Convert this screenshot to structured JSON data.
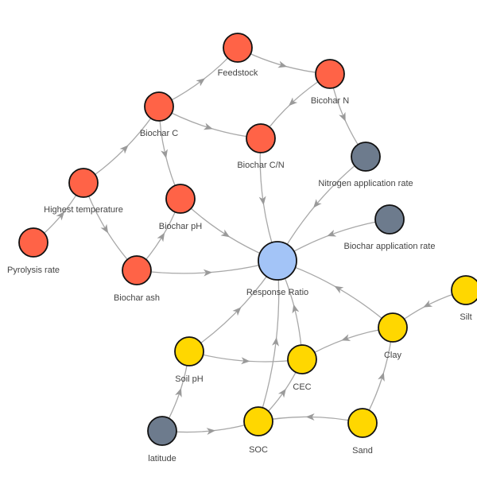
{
  "colors": {
    "red": "#ff6347",
    "blue": "#a3c4f7",
    "yellow": "#ffd700",
    "gray": "#6d7b8d",
    "edge": "#a8a8a8"
  },
  "nodes": [
    {
      "id": "feedstock",
      "label": "Feedstock",
      "color": "red"
    },
    {
      "id": "bicohar_n",
      "label": "Bicohar N",
      "color": "red"
    },
    {
      "id": "biochar_c",
      "label": "Biochar C",
      "color": "red"
    },
    {
      "id": "biochar_cn",
      "label": "Biochar C/N",
      "color": "red"
    },
    {
      "id": "highest_temperature",
      "label": "Highest temperature",
      "color": "red"
    },
    {
      "id": "biochar_ph",
      "label": "Biochar pH",
      "color": "red"
    },
    {
      "id": "pyrolysis_rate",
      "label": "Pyrolysis rate",
      "color": "red"
    },
    {
      "id": "biochar_ash",
      "label": "Biochar ash",
      "color": "red"
    },
    {
      "id": "response_ratio",
      "label": "Response Ratio",
      "color": "blue"
    },
    {
      "id": "nitrogen_application_rate",
      "label": "Nitrogen application rate",
      "color": "gray"
    },
    {
      "id": "biochar_application_rate",
      "label": "Biochar application rate",
      "color": "gray"
    },
    {
      "id": "silt",
      "label": "Silt",
      "color": "yellow"
    },
    {
      "id": "clay",
      "label": "Clay",
      "color": "yellow"
    },
    {
      "id": "soil_ph",
      "label": "Soil pH",
      "color": "yellow"
    },
    {
      "id": "cec",
      "label": "CEC",
      "color": "yellow"
    },
    {
      "id": "latitude",
      "label": "latitude",
      "color": "gray"
    },
    {
      "id": "soc",
      "label": "SOC",
      "color": "yellow"
    },
    {
      "id": "sand",
      "label": "Sand",
      "color": "yellow"
    }
  ],
  "edges": [
    {
      "from": "feedstock",
      "to": "bicohar_n"
    },
    {
      "from": "biochar_c",
      "to": "feedstock"
    },
    {
      "from": "bicohar_n",
      "to": "biochar_cn"
    },
    {
      "from": "bicohar_n",
      "to": "nitrogen_application_rate"
    },
    {
      "from": "biochar_c",
      "to": "biochar_cn"
    },
    {
      "from": "biochar_c",
      "to": "biochar_ph"
    },
    {
      "from": "highest_temperature",
      "to": "biochar_c"
    },
    {
      "from": "pyrolysis_rate",
      "to": "highest_temperature"
    },
    {
      "from": "highest_temperature",
      "to": "biochar_ash"
    },
    {
      "from": "biochar_ash",
      "to": "biochar_ph"
    },
    {
      "from": "biochar_ph",
      "to": "response_ratio"
    },
    {
      "from": "biochar_ash",
      "to": "response_ratio"
    },
    {
      "from": "biochar_cn",
      "to": "response_ratio"
    },
    {
      "from": "nitrogen_application_rate",
      "to": "response_ratio"
    },
    {
      "from": "biochar_application_rate",
      "to": "response_ratio"
    },
    {
      "from": "clay",
      "to": "response_ratio"
    },
    {
      "from": "soil_ph",
      "to": "response_ratio"
    },
    {
      "from": "cec",
      "to": "response_ratio"
    },
    {
      "from": "soc",
      "to": "response_ratio"
    },
    {
      "from": "silt",
      "to": "clay"
    },
    {
      "from": "clay",
      "to": "cec"
    },
    {
      "from": "soil_ph",
      "to": "cec"
    },
    {
      "from": "latitude",
      "to": "soil_ph"
    },
    {
      "from": "latitude",
      "to": "soc"
    },
    {
      "from": "soc",
      "to": "cec"
    },
    {
      "from": "sand",
      "to": "soc"
    },
    {
      "from": "sand",
      "to": "clay"
    }
  ]
}
